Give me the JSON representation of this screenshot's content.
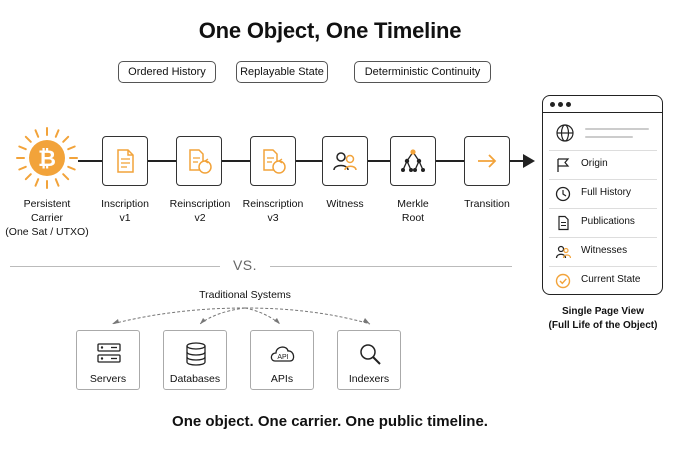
{
  "title": "One Object, One Timeline",
  "pills": [
    "Ordered History",
    "Replayable State",
    "Deterministic Continuity"
  ],
  "carrier": {
    "icon": "bitcoin-sun-icon",
    "line1": "Persistent",
    "line2": "Carrier",
    "line3": "(One Sat / UTXO)"
  },
  "timeline": [
    {
      "icon": "document-icon",
      "line1": "Inscription",
      "line2": "v1"
    },
    {
      "icon": "document-refresh-icon",
      "line1": "Reinscription",
      "line2": "v2"
    },
    {
      "icon": "document-refresh-icon",
      "line1": "Reinscription",
      "line2": "v3"
    },
    {
      "icon": "people-icon",
      "line1": "Witness",
      "line2": ""
    },
    {
      "icon": "merkle-tree-icon",
      "line1": "Merkle",
      "line2": "Root"
    },
    {
      "icon": "arrow-right-icon",
      "line1": "Transition",
      "line2": ""
    }
  ],
  "vs": "VS.",
  "traditional": {
    "title": "Traditional Systems",
    "systems": [
      {
        "label": "Servers",
        "icon": "server-icon"
      },
      {
        "label": "Databases",
        "icon": "database-icon"
      },
      {
        "label": "APIs",
        "icon": "api-cloud-icon",
        "icon_text": "API"
      },
      {
        "label": "Indexers",
        "icon": "magnifier-icon"
      }
    ]
  },
  "single_page": {
    "rows": [
      {
        "label": "Origin",
        "icon": "flag-icon"
      },
      {
        "label": "Full History",
        "icon": "clock-icon"
      },
      {
        "label": "Publications",
        "icon": "document-icon"
      },
      {
        "label": "Witnesses",
        "icon": "people-icon"
      },
      {
        "label": "Current State",
        "icon": "check-circle-icon"
      }
    ],
    "caption1": "Single Page View",
    "caption2": "(Full Life of the Object)"
  },
  "tagline": "One object. One carrier. One public timeline.",
  "colors": {
    "accent": "#f2a33a",
    "ink": "#222222",
    "muted": "#aaaaaa"
  }
}
